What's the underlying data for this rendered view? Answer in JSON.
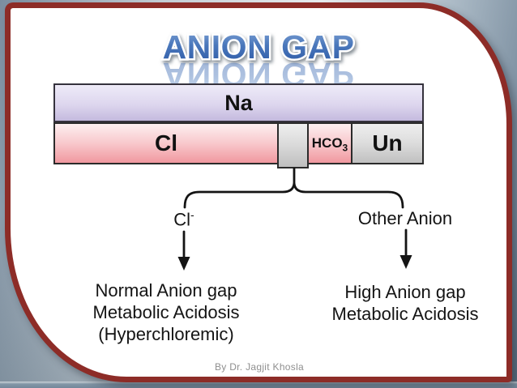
{
  "title": {
    "text": "ANION GAP"
  },
  "diagram": {
    "bars": {
      "na_label": "Na",
      "cl_label": "Cl",
      "hco3_base": "HCO",
      "hco3_sub": "3",
      "un_label": "Un",
      "gap_segment": "anion-gap (unlabeled gray segment)"
    },
    "branch_left": {
      "base": "Cl",
      "sup": "-"
    },
    "branch_right": {
      "label": "Other Anion"
    },
    "outcome_left": {
      "line1": "Normal Anion gap",
      "line2": "Metabolic Acidosis",
      "line3": "(Hyperchloremic)"
    },
    "outcome_right": {
      "line1": "High Anion gap",
      "line2": "Metabolic Acidosis"
    }
  },
  "footer": {
    "credit": "By Dr. Jagjit Khosla"
  },
  "colors": {
    "title_blue_top": "#7fa3d4",
    "title_blue_bottom": "#2d5aa6",
    "frame_maroon": "#8d2c27",
    "na_fill_bottom": "#c4bade",
    "pink_fill_bottom": "#f0989f",
    "gray_fill_bottom": "#c0c0c0",
    "background_slate": "#64798d"
  }
}
